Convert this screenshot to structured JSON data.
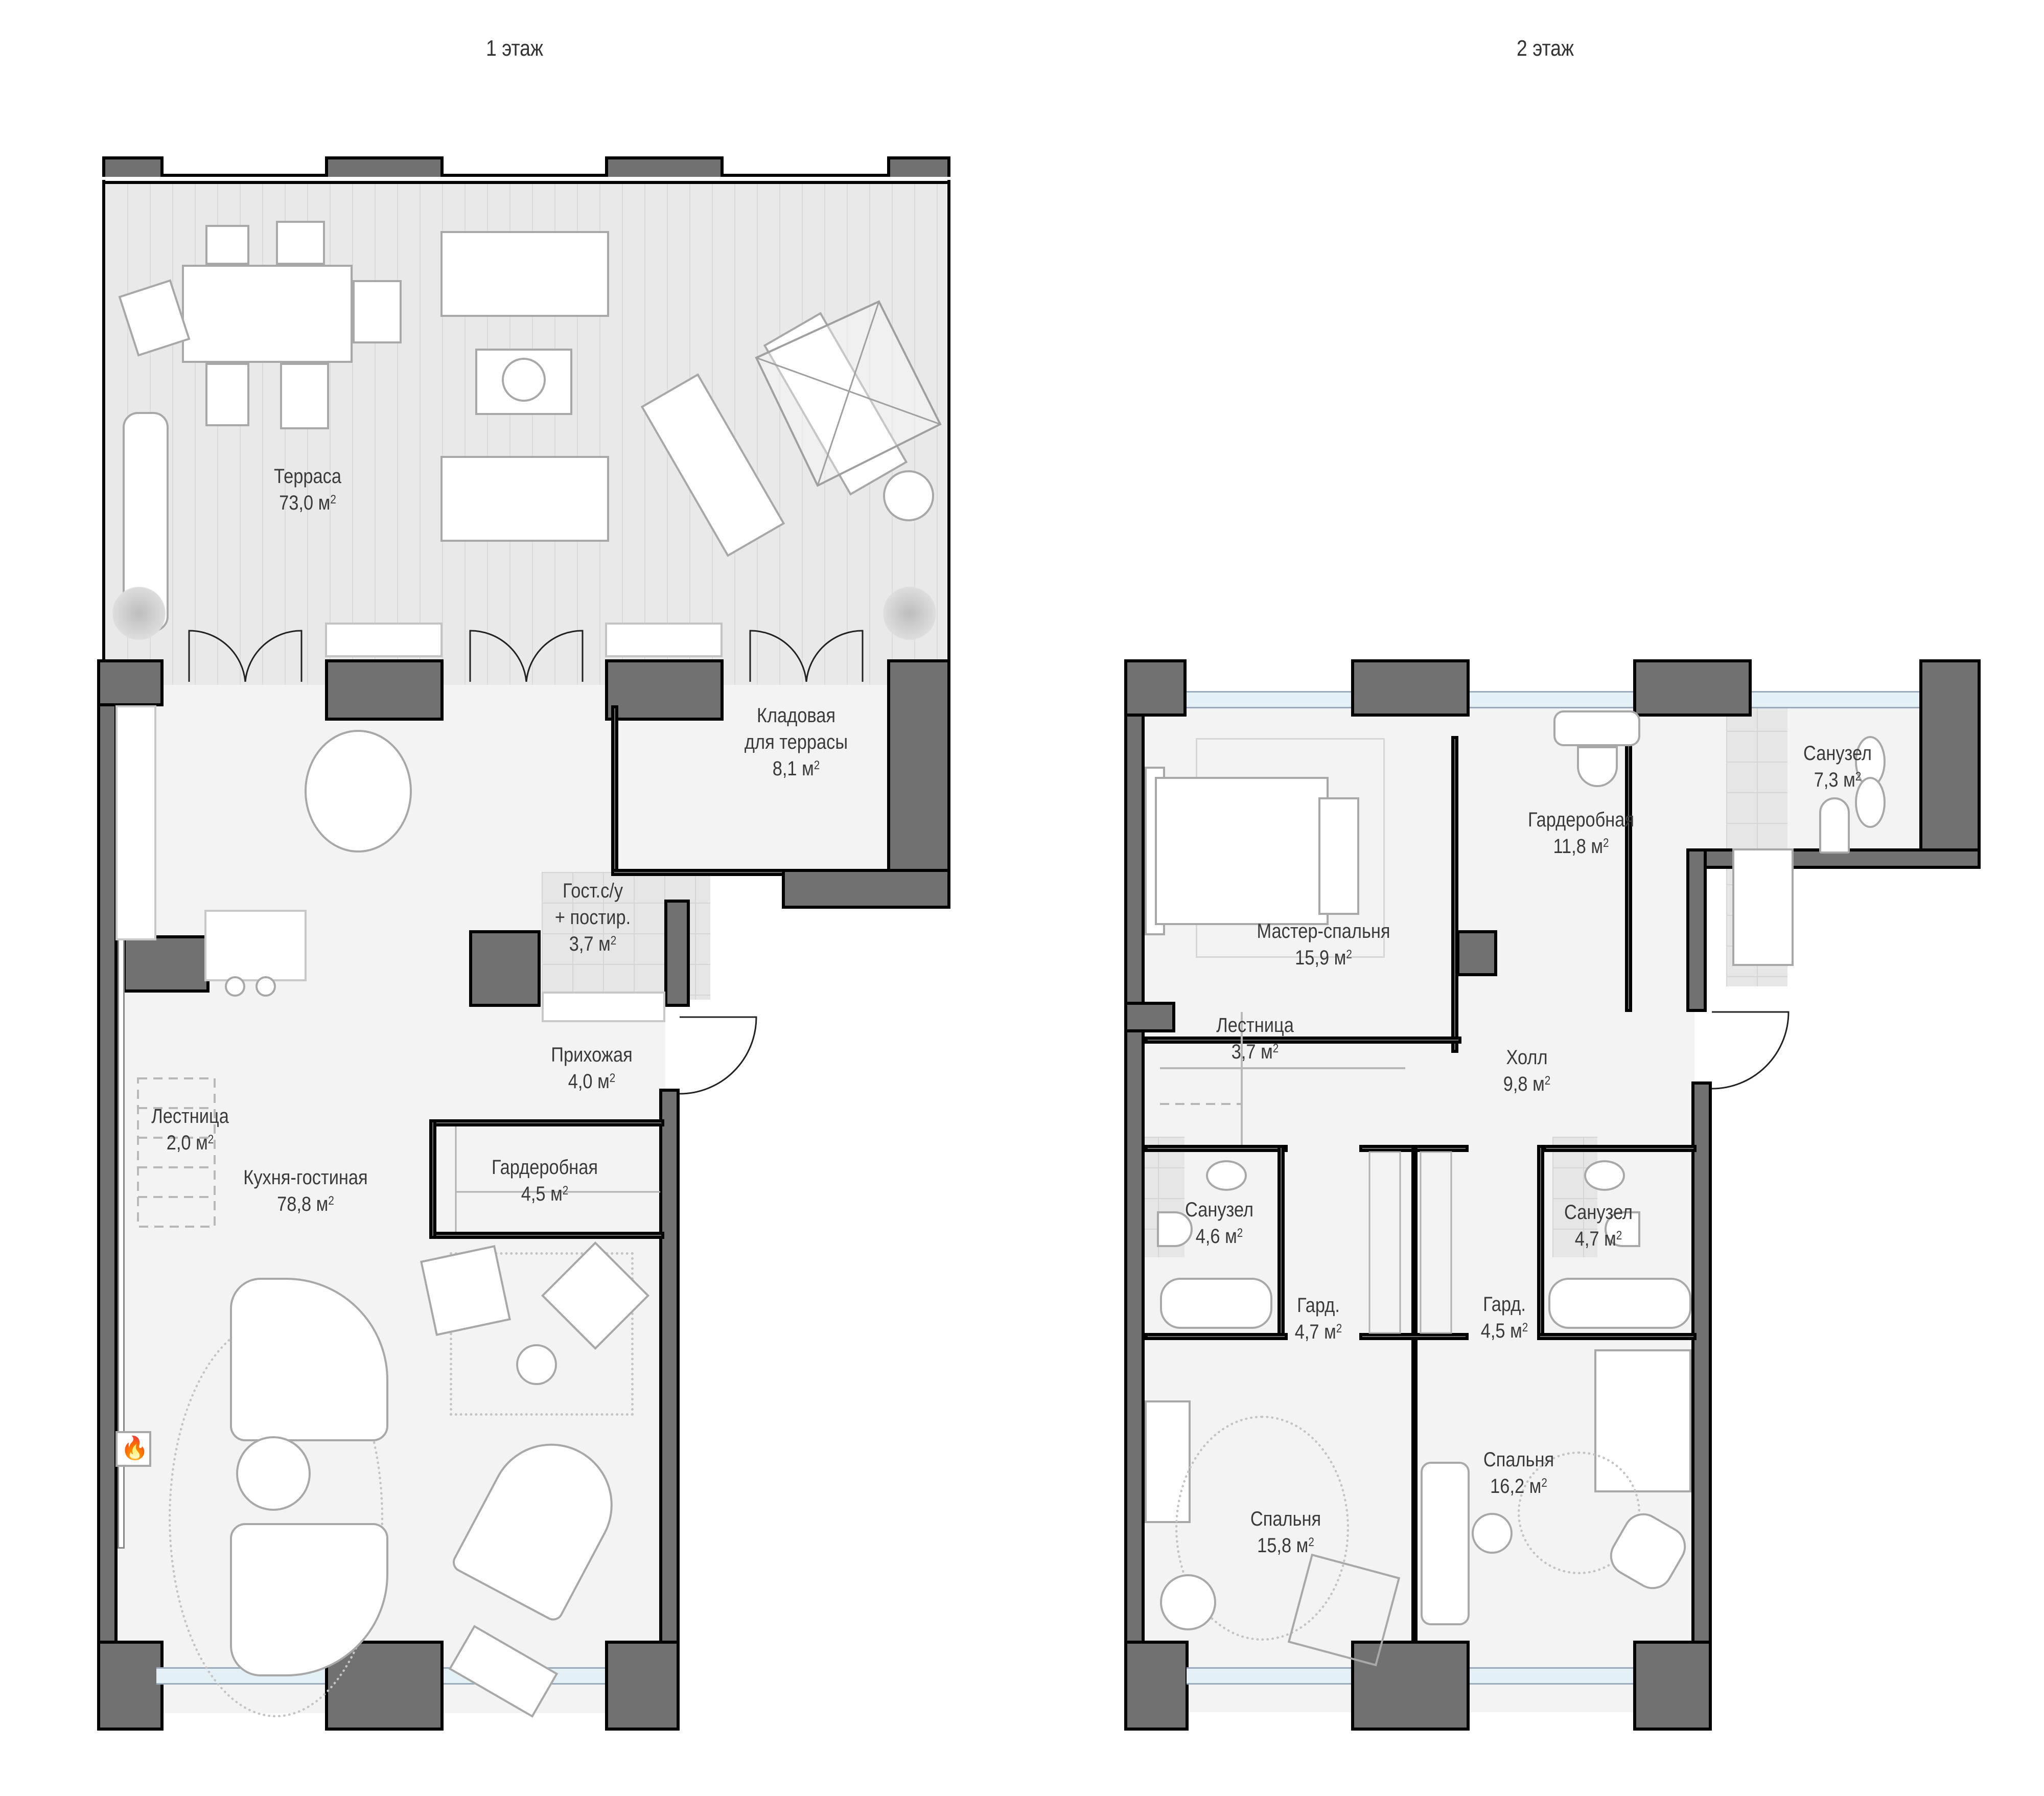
{
  "floors": [
    {
      "title": "1 этаж",
      "rooms": [
        {
          "name": "Терраса",
          "area": "73,0 м",
          "sup": "2"
        },
        {
          "name": "Кладовая\nдля террасы",
          "name_line1": "Кладовая",
          "name_line2": "для террасы",
          "area": "8,1 м",
          "sup": "2"
        },
        {
          "name": "Гост.с/у + постир.",
          "name_line1": "Гост.с/у",
          "name_line2": "+ постир.",
          "area": "3,7 м",
          "sup": "2"
        },
        {
          "name": "Прихожая",
          "area": "4,0 м",
          "sup": "2"
        },
        {
          "name": "Лестница",
          "area": "2,0 м",
          "sup": "2"
        },
        {
          "name": "Кухня-гостиная",
          "area": "78,8 м",
          "sup": "2"
        },
        {
          "name": "Гардеробная",
          "area": "4,5 м",
          "sup": "2"
        }
      ]
    },
    {
      "title": "2 этаж",
      "rooms": [
        {
          "name": "Мастер-спальня",
          "area": "15,9 м",
          "sup": "2"
        },
        {
          "name": "Гардеробная",
          "area": "11,8 м",
          "sup": "2"
        },
        {
          "name": "Санузел",
          "area": "7,3 м",
          "sup": "2"
        },
        {
          "name": "Лестница",
          "area": "3,7 м",
          "sup": "2"
        },
        {
          "name": "Холл",
          "area": "9,8 м",
          "sup": "2"
        },
        {
          "name": "Санузел",
          "area": "4,6 м",
          "sup": "2"
        },
        {
          "name": "Санузел",
          "area": "4,7 м",
          "sup": "2"
        },
        {
          "name": "Гард.",
          "area": "4,7 м",
          "sup": "2"
        },
        {
          "name": "Гард.",
          "area": "4,5 м",
          "sup": "2"
        },
        {
          "name": "Спальня",
          "area": "15,8 м",
          "sup": "2"
        },
        {
          "name": "Спальня",
          "area": "16,2 м",
          "sup": "2"
        }
      ]
    }
  ],
  "colors": {
    "wall": "#717171",
    "floor": "#f3f3f3",
    "terrace": "#e9e9e9",
    "tile": "#e6e6e6",
    "furniture_stroke": "#a8a8a8",
    "window": "#e3f0f5",
    "fire": "#ff5a1f"
  },
  "icons": [
    "fireplace-fire-icon"
  ]
}
